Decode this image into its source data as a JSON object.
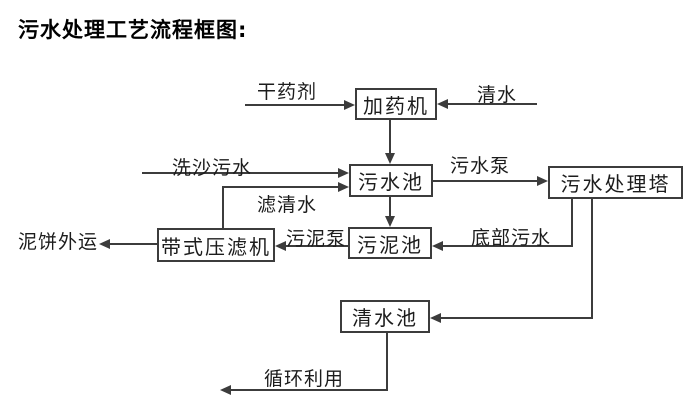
{
  "title": "污水处理工艺流程框图:",
  "diagram": {
    "type": "flowchart",
    "nodes": {
      "dosing_machine": "加药机",
      "sewage_pool": "污水池",
      "treatment_tower": "污水处理塔",
      "sludge_pool": "污泥池",
      "belt_filter_press": "带式压滤机",
      "clean_water_pool": "清水池"
    },
    "labels": {
      "dry_agent": "干药剂",
      "clean_water": "清水",
      "sand_washing_sewage": "洗沙污水",
      "sewage_pump": "污水泵",
      "filtered_water": "滤清水",
      "sludge_pump": "污泥泵",
      "bottom_sewage": "底部污水",
      "mud_cake_out": "泥饼外运",
      "recycle": "循环利用"
    },
    "edges": [
      {
        "from": "干药剂(外部)",
        "to": "加药机",
        "label": "干药剂"
      },
      {
        "from": "清水(外部)",
        "to": "加药机",
        "label": "清水"
      },
      {
        "from": "加药机",
        "to": "污水池",
        "label": ""
      },
      {
        "from": "洗沙污水(外部)",
        "to": "污水池",
        "label": "洗沙污水"
      },
      {
        "from": "带式压滤机",
        "to": "污水池",
        "label": "滤清水"
      },
      {
        "from": "污水池",
        "to": "污水处理塔",
        "label": "污水泵"
      },
      {
        "from": "污水池",
        "to": "污泥池",
        "label": ""
      },
      {
        "from": "污水处理塔",
        "to": "污泥池",
        "label": "底部污水"
      },
      {
        "from": "污泥池",
        "to": "带式压滤机",
        "label": "污泥泵"
      },
      {
        "from": "带式压滤机",
        "to": "外部",
        "label": "泥饼外运"
      },
      {
        "from": "污水处理塔",
        "to": "清水池",
        "label": ""
      },
      {
        "from": "清水池",
        "to": "外部",
        "label": "循环利用"
      }
    ]
  },
  "colors": {
    "line": "#3c3c3c",
    "text": "#1c1c1c",
    "background": "#ffffff"
  }
}
